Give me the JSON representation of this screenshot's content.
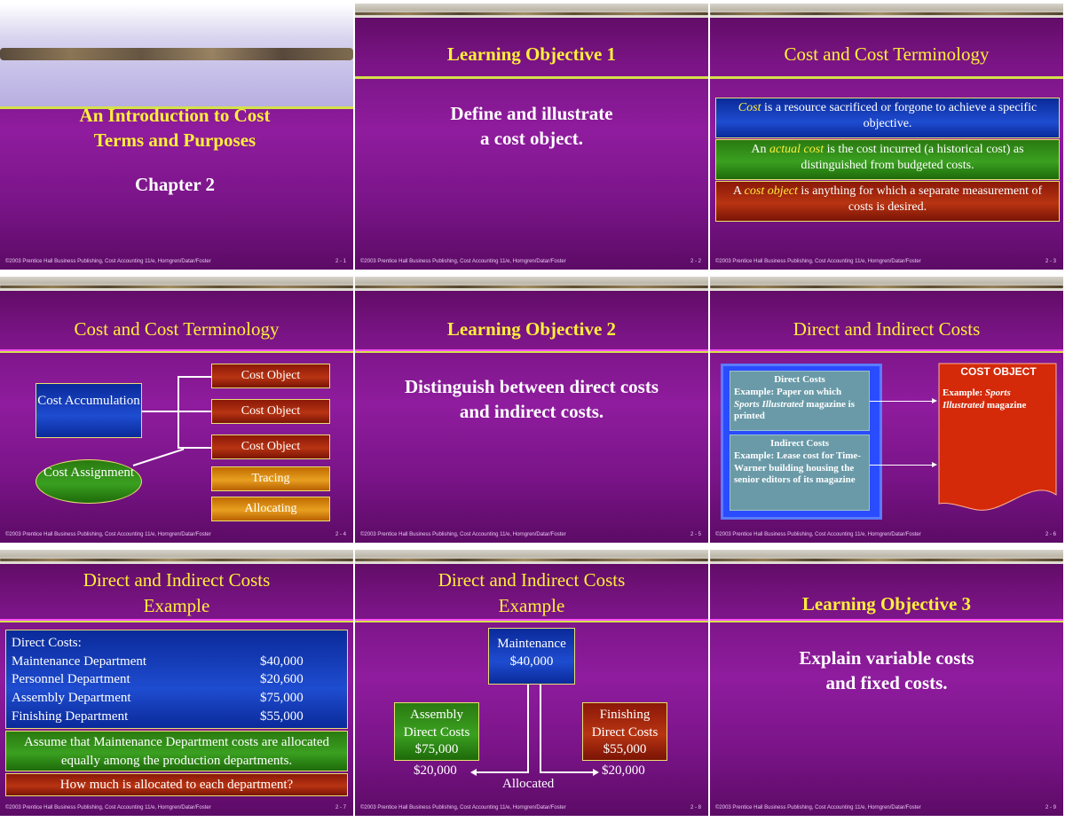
{
  "footer": {
    "copyright": "©2003 Prentice Hall Business Publishing, Cost Accounting 11/e, Horngren/Datar/Foster",
    "slide_numbers": [
      "2 - 1",
      "2 - 2",
      "2 - 3",
      "2 - 4",
      "2 - 5",
      "2 - 6",
      "2 - 7",
      "2 - 8",
      "2 - 9"
    ]
  },
  "slide1": {
    "title_line1": "An Introduction to Cost",
    "title_line2": "Terms and Purposes",
    "chapter": "Chapter 2"
  },
  "slide2": {
    "title": "Learning Objective 1",
    "line1": "Define and illustrate",
    "line2": "a cost object."
  },
  "slide3": {
    "title": "Cost and Cost Terminology",
    "box1_term": "Cost",
    "box1_rest": " is a resource sacrificed or forgone to achieve a specific objective.",
    "box2_pre": "An ",
    "box2_term": "actual cost",
    "box2_rest": " is the cost incurred (a historical cost) as distinguished from budgeted costs.",
    "box3_pre": "A ",
    "box3_term": "cost object",
    "box3_rest": " is anything for which a separate measurement of costs is desired."
  },
  "slide4": {
    "title": "Cost and Cost Terminology",
    "accumulation": "Cost Accumulation",
    "assignment": "Cost Assignment",
    "cost_objects": [
      "Cost Object",
      "Cost Object",
      "Cost Object"
    ],
    "tracing": "Tracing",
    "allocating": "Allocating"
  },
  "slide5": {
    "title": "Learning Objective 2",
    "line1": "Distinguish between direct costs",
    "line2": "and indirect costs."
  },
  "slide6": {
    "title": "Direct and Indirect Costs",
    "direct_head": "Direct Costs",
    "direct_example_pre": "Example: Paper on which ",
    "direct_example_it": "Sports Illustrated",
    "direct_example_post": " magazine is printed",
    "indirect_head": "Indirect Costs",
    "indirect_example": "Example: Lease cost for Time-Warner building housing the senior editors of its magazine",
    "object_head": "COST OBJECT",
    "object_example_pre": "Example: ",
    "object_example_it": "Sports Illustrated",
    "object_example_post": " magazine"
  },
  "slide7": {
    "title_line1": "Direct and Indirect Costs",
    "title_line2": "Example",
    "heading": "Direct Costs:",
    "rows": [
      {
        "dept": "Maintenance Department",
        "amount": "$40,000"
      },
      {
        "dept": "Personnel Department",
        "amount": "$20,600"
      },
      {
        "dept": "Assembly Department",
        "amount": "$75,000"
      },
      {
        "dept": "Finishing Department",
        "amount": "$55,000"
      }
    ],
    "assumption": "Assume that Maintenance Department costs are allocated equally among the production departments.",
    "question": "How much is allocated to each department?"
  },
  "slide8": {
    "title_line1": "Direct and Indirect Costs",
    "title_line2": "Example",
    "maintenance_label": "Maintenance",
    "maintenance_amount": "$40,000",
    "assembly_line1": "Assembly",
    "assembly_line2": "Direct Costs",
    "assembly_amount": "$75,000",
    "finishing_line1": "Finishing",
    "finishing_line2": "Direct Costs",
    "finishing_amount": "$55,000",
    "left_alloc": "$20,000",
    "right_alloc": "$20,000",
    "allocated": "Allocated"
  },
  "slide9": {
    "title": "Learning Objective 3",
    "line1": "Explain variable costs",
    "line2": "and fixed costs."
  }
}
